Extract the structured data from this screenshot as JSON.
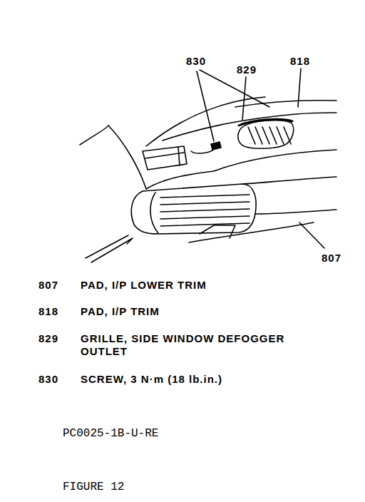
{
  "diagram": {
    "labels": [
      "830",
      "829",
      "818",
      "807",
      "807",
      "PAD, I/P LOWER TRIM",
      "818",
      "PAD, I/P TRIM",
      "829",
      "GRILLE, SIDE WINDOW DEFOGGER OUTLET",
      "830",
      "SCREW, 3 N·m (18 lb.in.)",
      "PC0025-1B-U-RE",
      "FIGURE 12"
    ]
  }
}
